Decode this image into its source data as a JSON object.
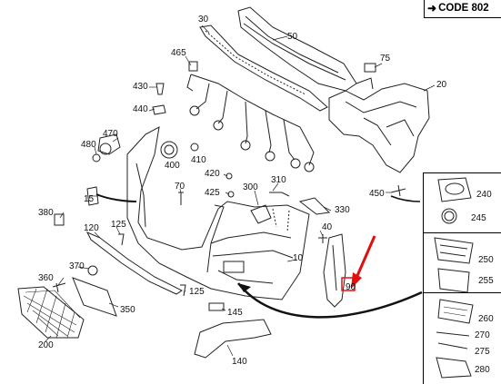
{
  "header": {
    "code_label": "CODE 802",
    "arrow_glyph": "➜"
  },
  "parts": {
    "p10": "10",
    "p15": "15",
    "p20": "20",
    "p30": "30",
    "p40": "40",
    "p50": "50",
    "p70": "70",
    "p75": "75",
    "p90": "90",
    "p120": "120",
    "p125a": "125",
    "p125b": "125",
    "p140": "140",
    "p145": "145",
    "p200": "200",
    "p240": "240",
    "p245": "245",
    "p250": "250",
    "p255": "255",
    "p260": "260",
    "p270": "270",
    "p275": "275",
    "p280": "280",
    "p300": "300",
    "p310": "310",
    "p330": "330",
    "p350": "350",
    "p360": "360",
    "p370": "370",
    "p380": "380",
    "p400": "400",
    "p410": "410",
    "p420": "420",
    "p425": "425",
    "p430": "430",
    "p440": "440",
    "p450": "450",
    "p465": "465",
    "p470": "470",
    "p480": "480"
  },
  "colors": {
    "highlight_arrow": "#e01010",
    "line": "#222222"
  }
}
